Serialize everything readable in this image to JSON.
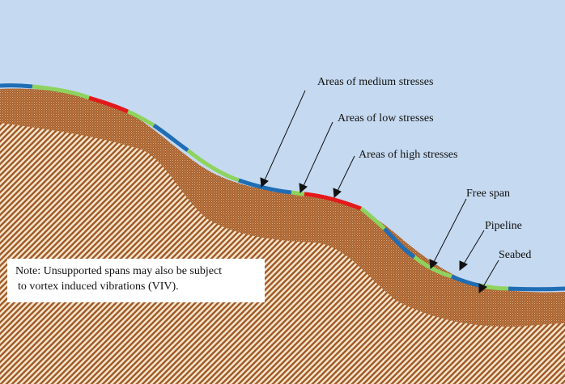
{
  "colors": {
    "water": "#c5d9f0",
    "soil_top": "#a8612d",
    "soil_base": "#f5e4cd",
    "soil_hatch": "#a05a26",
    "pipe_medium": "#1f6db5",
    "pipe_low": "#8ed35e",
    "pipe_high": "#e3191c"
  },
  "labels": {
    "medium": "Areas of medium stresses",
    "low": "Areas of low stresses",
    "high": "Areas of high stresses",
    "free_span": "Free span",
    "pipeline": "Pipeline",
    "seabed": "Seabed"
  },
  "note": {
    "line1": "Note:   Unsupported spans may also be subject",
    "line2": "to vortex induced vibrations (VIV)."
  }
}
